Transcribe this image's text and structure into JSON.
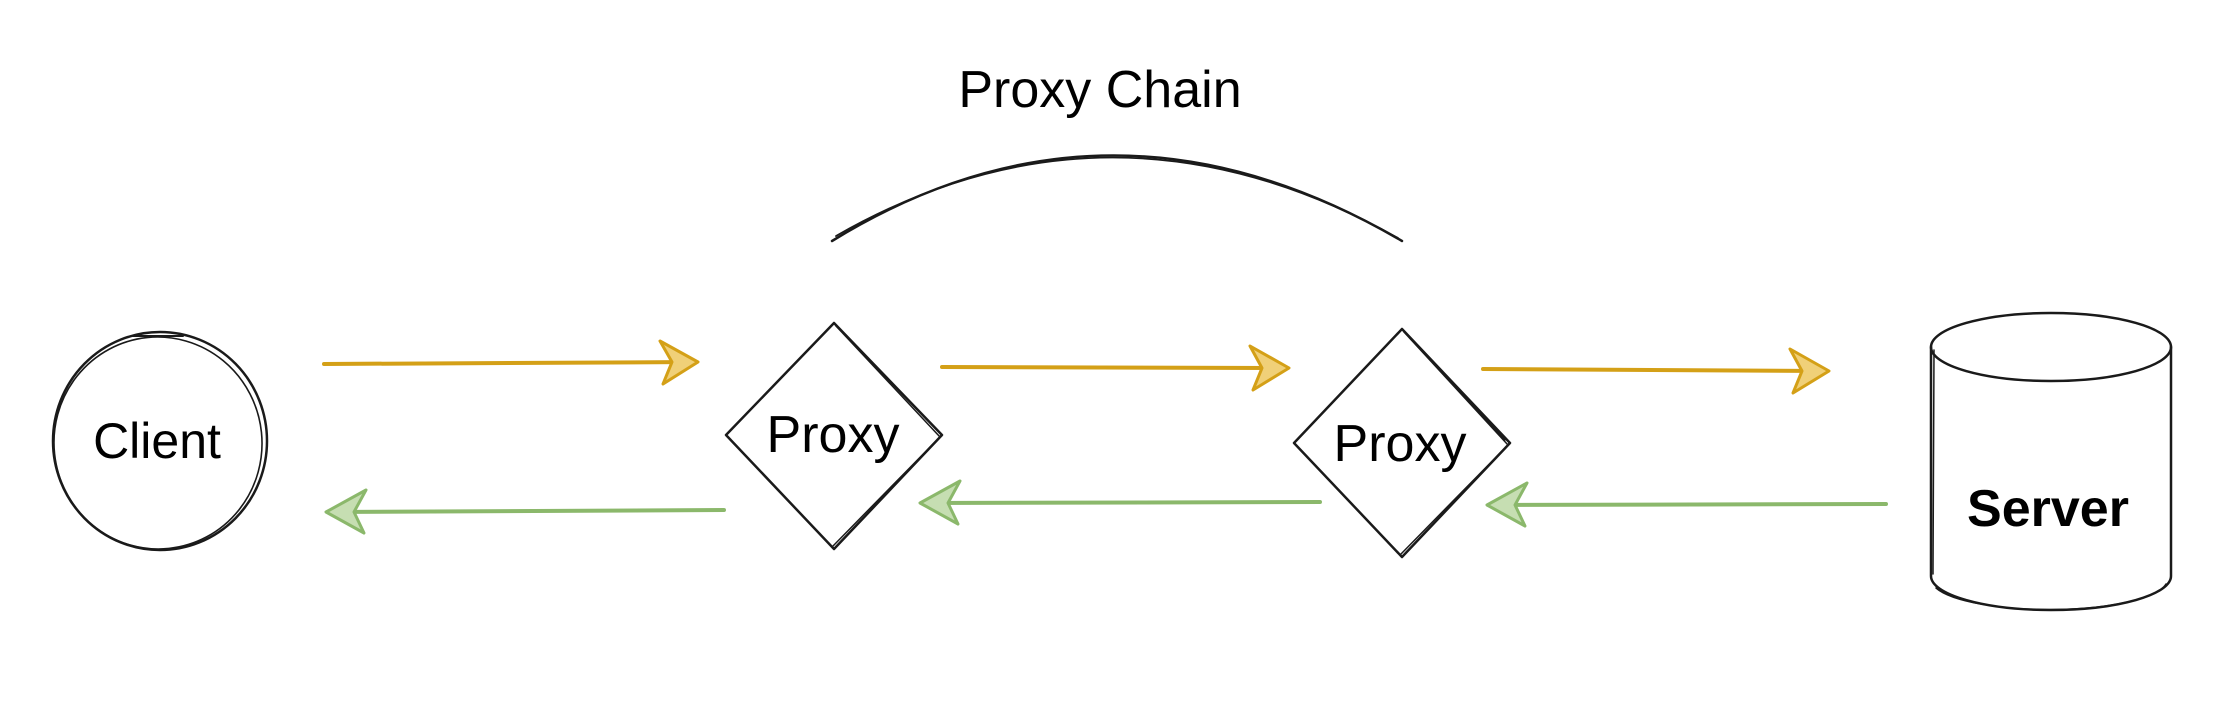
{
  "title": "Proxy Chain",
  "nodes": {
    "client": "Client",
    "proxy_1": "Proxy",
    "proxy_2": "Proxy",
    "server": "Server"
  },
  "colors": {
    "request_arrow": "#d4a017",
    "response_arrow": "#8bb86b",
    "stroke": "#1a1a1a"
  }
}
